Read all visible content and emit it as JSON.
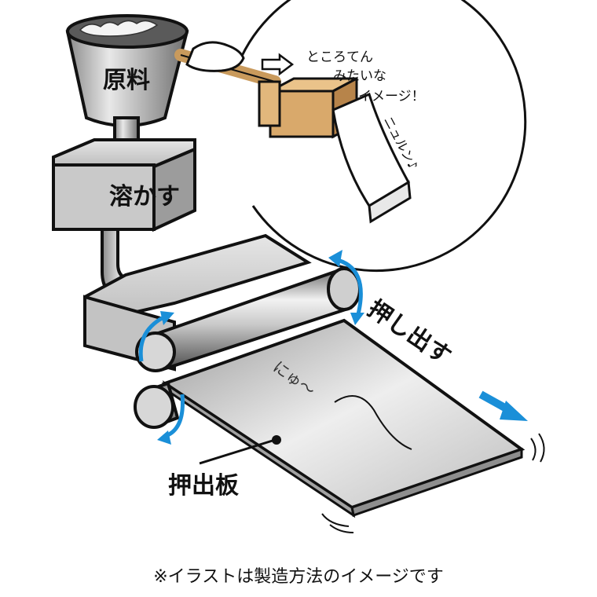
{
  "funnel": {
    "label": "原料"
  },
  "melter": {
    "label": "溶かす"
  },
  "bubble": {
    "line1": "ところてん",
    "line2": "みたいな",
    "line3": "イメージ！",
    "sound": "ニュルン♪"
  },
  "extrusion": {
    "label": "押し出す",
    "sheet_text": "にゅ〜"
  },
  "sheet": {
    "label": "押出板"
  },
  "caption": "※イラストは製造方法のイメージです",
  "colors": {
    "arrow_blue": "#1a8fd8",
    "outline": "#111111",
    "metal": "#c8c8c8",
    "box": "#d9a96b"
  }
}
